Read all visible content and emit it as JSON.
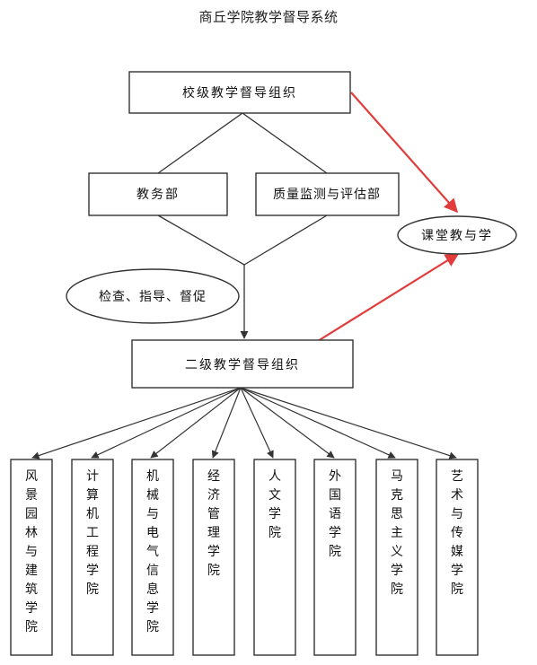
{
  "title": "商丘学院教学督导系统",
  "colors": {
    "line": "#333333",
    "red_arrow": "#e23b3b",
    "box_fill": "#ffffff"
  },
  "nodes": {
    "school": "校级教学督导组织",
    "academic_affairs": "教务部",
    "quality": "质量监测与评估部",
    "classroom": "课堂教与学",
    "inspection": "检查、指导、督促",
    "secondary": "二级教学督导组织"
  },
  "colleges": [
    "风景园林与建筑学院",
    "计算机工程学院",
    "机械与电气信息学院",
    "经济管理学院",
    "人文学院",
    "外国语学院",
    "马克思主义学院",
    "艺术与传媒学院"
  ]
}
